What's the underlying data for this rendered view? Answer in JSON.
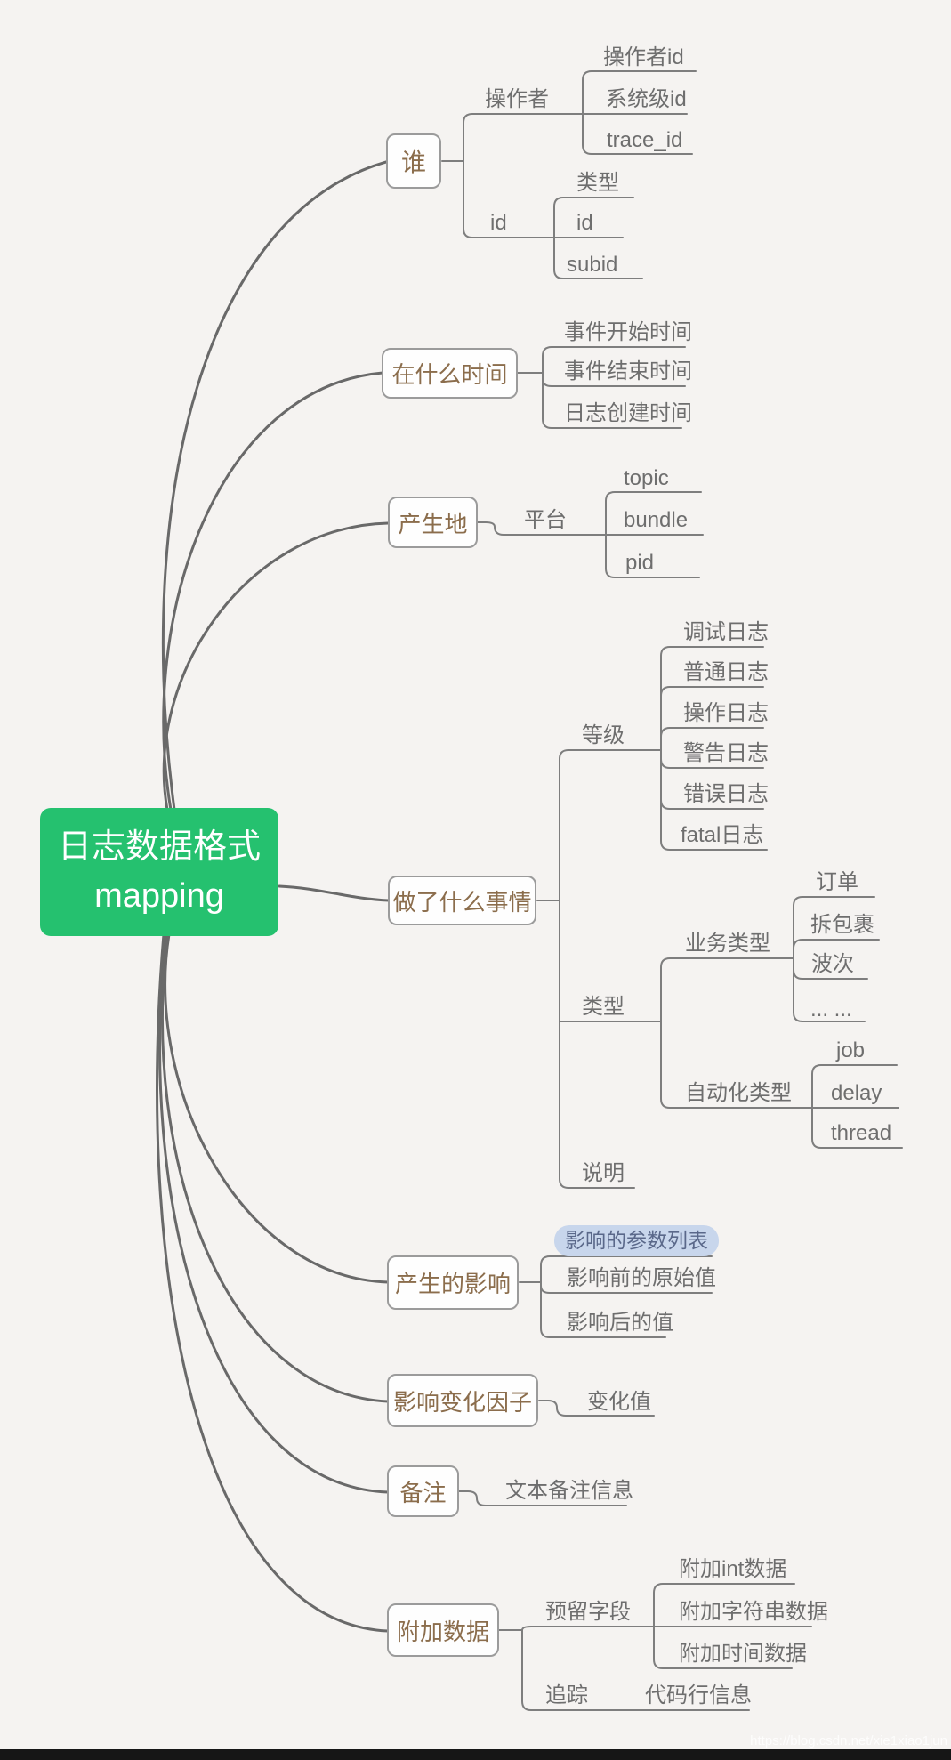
{
  "root": {
    "line1": "日志数据格式",
    "line2": "mapping"
  },
  "who": {
    "label": "谁",
    "operator": {
      "label": "操作者",
      "items": [
        "操作者id",
        "系统级id",
        "trace_id"
      ]
    },
    "id": {
      "label": "id",
      "items": [
        "类型",
        "id",
        "subid"
      ]
    }
  },
  "when": {
    "label": "在什么时间",
    "items": [
      "事件开始时间",
      "事件结束时间",
      "日志创建时间"
    ]
  },
  "where": {
    "label": "产生地",
    "platform": {
      "label": "平台",
      "items": [
        "topic",
        "bundle",
        "pid"
      ]
    }
  },
  "what": {
    "label": "做了什么事情",
    "level": {
      "label": "等级",
      "items": [
        "调试日志",
        "普通日志",
        "操作日志",
        "警告日志",
        "错误日志",
        "fatal日志"
      ]
    },
    "type": {
      "label": "类型",
      "business": {
        "label": "业务类型",
        "items": [
          "订单",
          "拆包裹",
          "波次",
          "... ..."
        ]
      },
      "auto": {
        "label": "自动化类型",
        "items": [
          "job",
          "delay",
          "thread"
        ]
      }
    },
    "desc": {
      "label": "说明"
    }
  },
  "impact": {
    "label": "产生的影响",
    "items": [
      "影响的参数列表",
      "影响前的原始值",
      "影响后的值"
    ]
  },
  "factor": {
    "label": "影响变化因子",
    "items": [
      "变化值"
    ]
  },
  "remark": {
    "label": "备注",
    "items": [
      "文本备注信息"
    ]
  },
  "extra": {
    "label": "附加数据",
    "reserved": {
      "label": "预留字段",
      "items": [
        "附加int数据",
        "附加字符串数据",
        "附加时间数据"
      ]
    },
    "trace": {
      "label": "追踪",
      "items": [
        "代码行信息"
      ]
    }
  },
  "watermark": "https://blog.csdn.net/xie1xiao1jun",
  "colors": {
    "root_bg": "#25c16f",
    "box_text": "#8b6d4c",
    "label_text": "#6e6e6e",
    "line": "#7e7e7e",
    "curve": "#696969",
    "highlight_bg": "#c8d6ec",
    "highlight_text": "#5a688a",
    "canvas_bg": "#f5f3f1"
  }
}
